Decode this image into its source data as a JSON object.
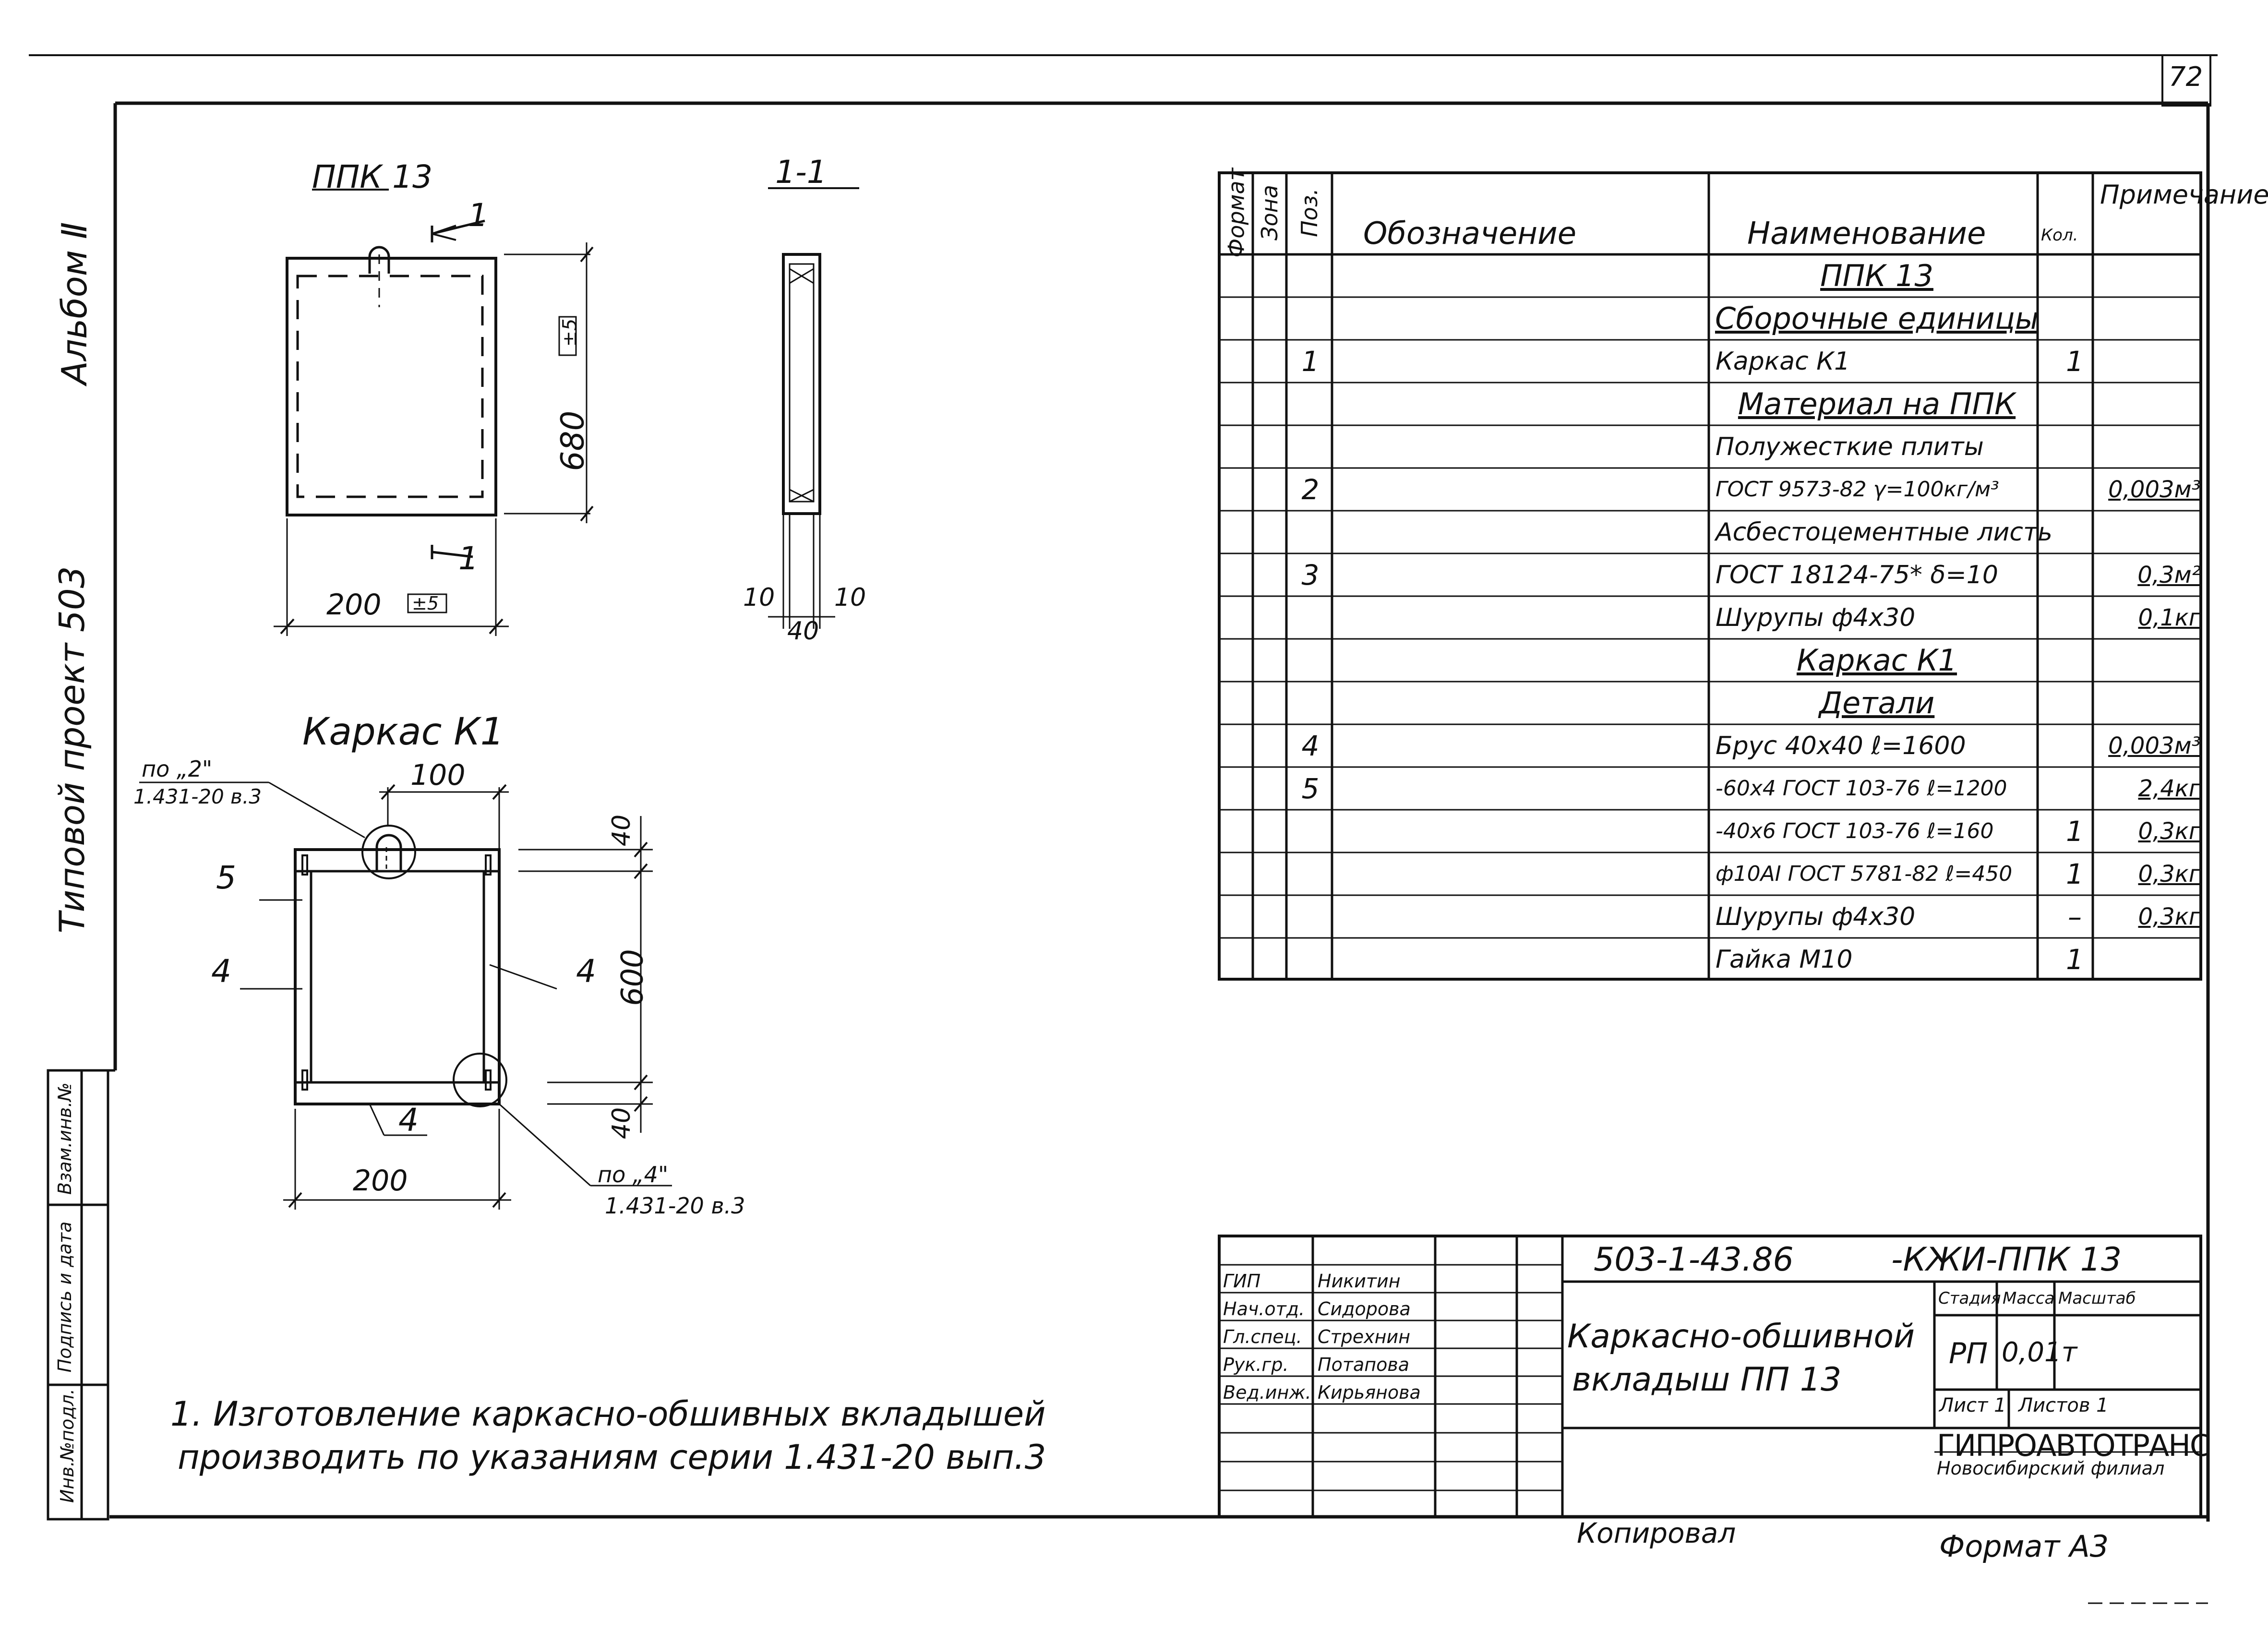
{
  "page_number": "72",
  "side_margin": {
    "album": "Альбом Ⅱ",
    "project": "Типовой проект 503"
  },
  "stamp_column": [
    "Инв.№подл.",
    "Подпись и дата",
    "Взам.инв.№"
  ],
  "panel_view": {
    "title": "ППК 13",
    "section_mark": "1",
    "dim_height": "680",
    "tol_height": "±5",
    "dim_width": "200",
    "tol_width": "±5"
  },
  "section_view": {
    "title": "1-1",
    "dim_left": "10",
    "dim_right": "10",
    "dim_total": "40"
  },
  "frame_view": {
    "title": "Каркас К1",
    "dim_top": "100",
    "dim_height": "600",
    "dim_upper": "40",
    "dim_lower": "40",
    "dim_width": "200",
    "ref_top": "по „2\"",
    "ref_top_series": "1.431-20 в.3",
    "ref_bottom": "по „4\"",
    "ref_bottom_series": "1.431-20 в.3",
    "labels": [
      "5",
      "4",
      "4",
      "4"
    ]
  },
  "note": {
    "line1": "1. Изготовление каркасно-обшивных вкладышей",
    "line2": "производить по указаниям серии 1.431-20 вып.3"
  },
  "spec_table": {
    "headers": {
      "format": "Формат",
      "zone": "Зона",
      "pos": "Поз.",
      "designation": "Обозначение",
      "name": "Наименование",
      "qty": "Кол.",
      "note": "Примечание"
    },
    "rows": [
      {
        "pos": "",
        "name": "ППК 13",
        "qty": "",
        "note": "",
        "heading": true
      },
      {
        "pos": "",
        "name": "Сборочные единицы",
        "qty": "",
        "note": "",
        "heading": true
      },
      {
        "pos": "1",
        "name": "Каркас К1",
        "qty": "1",
        "note": ""
      },
      {
        "pos": "",
        "name": "Материал на ППК",
        "qty": "",
        "note": "",
        "heading": true
      },
      {
        "pos": "",
        "name": "Полужесткие плиты",
        "qty": "",
        "note": ""
      },
      {
        "pos": "2",
        "name": "ГОСТ 9573-82 γ=100кг/м³",
        "qty": "",
        "note": "0,003м³"
      },
      {
        "pos": "",
        "name": "Асбестоцементные листы",
        "qty": "",
        "note": ""
      },
      {
        "pos": "3",
        "name": "ГОСТ 18124-75* δ=10",
        "qty": "",
        "note": "0,3м²"
      },
      {
        "pos": "",
        "name": "Шурупы ф4х30",
        "qty": "",
        "note": "0,1кг"
      },
      {
        "pos": "",
        "name": "Каркас К1",
        "qty": "",
        "note": "",
        "heading": true
      },
      {
        "pos": "",
        "name": "Детали",
        "qty": "",
        "note": "",
        "heading": true
      },
      {
        "pos": "4",
        "name": "Брус 40х40 ℓ=1600",
        "qty": "",
        "note": "0,003м³"
      },
      {
        "pos": "5",
        "name": "-60х4 ГОСТ 103-76 ℓ=1200",
        "qty": "",
        "note": "2,4кг"
      },
      {
        "pos": "",
        "name": "-40х6 ГОСТ 103-76 ℓ=160",
        "qty": "1",
        "note": "0,3кг"
      },
      {
        "pos": "",
        "name": "ф10АI ГОСТ 5781-82 ℓ=450",
        "qty": "1",
        "note": "0,3кг"
      },
      {
        "pos": "",
        "name": "Шурупы ф4х30",
        "qty": "–",
        "note": "0,3кг"
      },
      {
        "pos": "",
        "name": "Гайка М10",
        "qty": "1",
        "note": ""
      }
    ]
  },
  "title_block": {
    "code": "503-1-43.86",
    "doc_code": "-КЖИ-ППК 13",
    "title_line1": "Каркасно-обшивной",
    "title_line2": "вкладыш ПП 13",
    "stage_label": "Стадия",
    "mass_label": "Масса",
    "scale_label": "Масштаб",
    "stage": "РП",
    "mass": "0,01т",
    "sheet_label": "Лист 1",
    "sheets_label": "Листов 1",
    "org": "ГИПРОАВТОТРАНС",
    "branch": "Новосибирский филиал",
    "staff": [
      {
        "role": "ГИП",
        "name": "Никитин"
      },
      {
        "role": "Нач.отд.",
        "name": "Сидорова"
      },
      {
        "role": "Гл.спец.",
        "name": "Стрехнин"
      },
      {
        "role": "Рук.гр.",
        "name": "Потапова"
      },
      {
        "role": "Вед.инж.",
        "name": "Кирьянова"
      }
    ]
  },
  "footer": {
    "copied": "Копировал",
    "format": "Формат А3"
  }
}
